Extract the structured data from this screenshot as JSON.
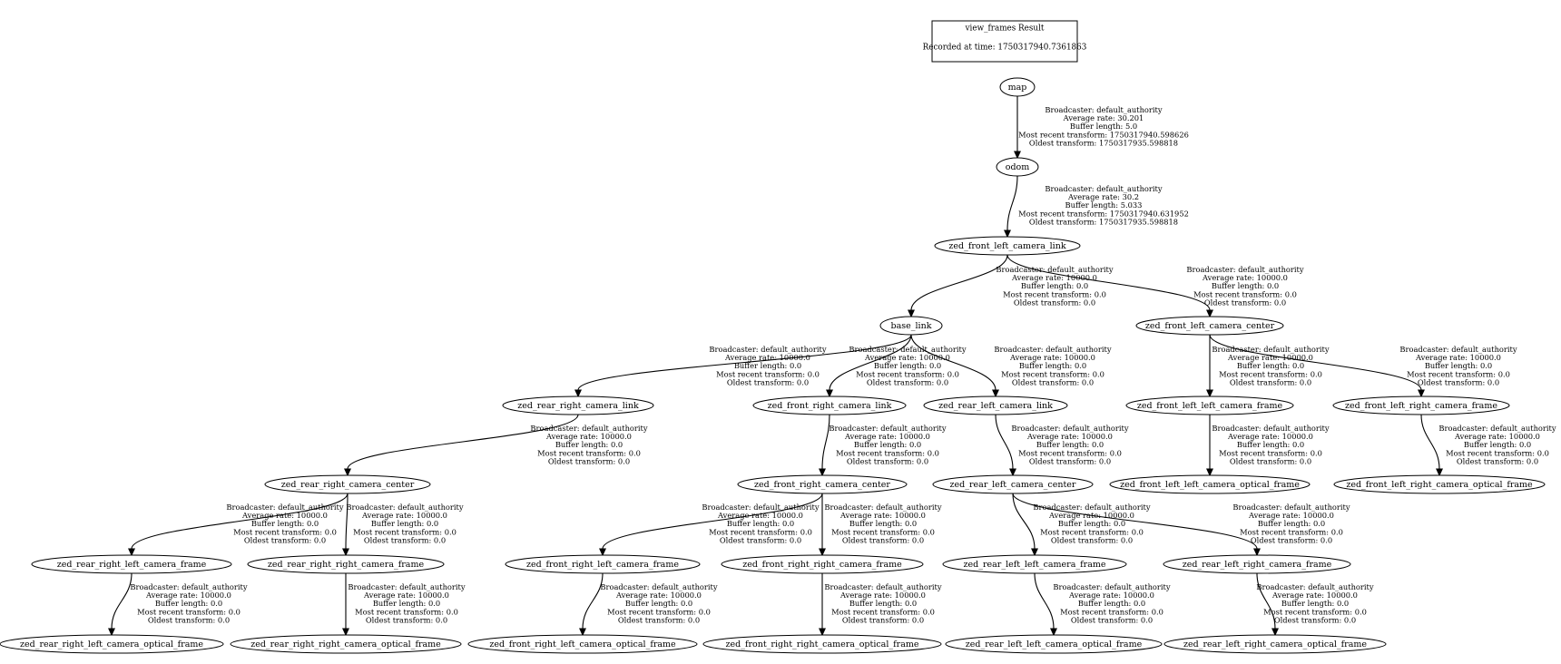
{
  "header": {
    "title": "view_frames Result",
    "recorded": "Recorded at time: 1750317940.7361863"
  },
  "nodes": [
    {
      "id": "map",
      "label": "map"
    },
    {
      "id": "odom",
      "label": "odom"
    },
    {
      "id": "zed_front_left_camera_link",
      "label": "zed_front_left_camera_link"
    },
    {
      "id": "base_link",
      "label": "base_link"
    },
    {
      "id": "zed_front_left_camera_center",
      "label": "zed_front_left_camera_center"
    },
    {
      "id": "zed_rear_right_camera_link",
      "label": "zed_rear_right_camera_link"
    },
    {
      "id": "zed_front_right_camera_link",
      "label": "zed_front_right_camera_link"
    },
    {
      "id": "zed_rear_left_camera_link",
      "label": "zed_rear_left_camera_link"
    },
    {
      "id": "zed_front_left_left_camera_frame",
      "label": "zed_front_left_left_camera_frame"
    },
    {
      "id": "zed_front_left_right_camera_frame",
      "label": "zed_front_left_right_camera_frame"
    },
    {
      "id": "zed_rear_right_camera_center",
      "label": "zed_rear_right_camera_center"
    },
    {
      "id": "zed_front_right_camera_center",
      "label": "zed_front_right_camera_center"
    },
    {
      "id": "zed_rear_left_camera_center",
      "label": "zed_rear_left_camera_center"
    },
    {
      "id": "zed_front_left_left_camera_optical_frame",
      "label": "zed_front_left_left_camera_optical_frame"
    },
    {
      "id": "zed_front_left_right_camera_optical_frame",
      "label": "zed_front_left_right_camera_optical_frame"
    },
    {
      "id": "zed_rear_right_left_camera_frame",
      "label": "zed_rear_right_left_camera_frame"
    },
    {
      "id": "zed_rear_right_right_camera_frame",
      "label": "zed_rear_right_right_camera_frame"
    },
    {
      "id": "zed_front_right_left_camera_frame",
      "label": "zed_front_right_left_camera_frame"
    },
    {
      "id": "zed_front_right_right_camera_frame",
      "label": "zed_front_right_right_camera_frame"
    },
    {
      "id": "zed_rear_left_left_camera_frame",
      "label": "zed_rear_left_left_camera_frame"
    },
    {
      "id": "zed_rear_left_right_camera_frame",
      "label": "zed_rear_left_right_camera_frame"
    },
    {
      "id": "zed_rear_right_left_camera_optical_frame",
      "label": "zed_rear_right_left_camera_optical_frame"
    },
    {
      "id": "zed_rear_right_right_camera_optical_frame",
      "label": "zed_rear_right_right_camera_optical_frame"
    },
    {
      "id": "zed_front_right_left_camera_optical_frame",
      "label": "zed_front_right_left_camera_optical_frame"
    },
    {
      "id": "zed_front_right_right_camera_optical_frame",
      "label": "zed_front_right_right_camera_optical_frame"
    },
    {
      "id": "zed_rear_left_left_camera_optical_frame",
      "label": "zed_rear_left_left_camera_optical_frame"
    },
    {
      "id": "zed_rear_left_right_camera_optical_frame",
      "label": "zed_rear_left_right_camera_optical_frame"
    }
  ],
  "edges": [
    {
      "from": "map",
      "to": "odom",
      "label": [
        "Broadcaster: default_authority",
        "Average rate: 30.201",
        "Buffer length: 5.0",
        "Most recent transform: 1750317940.598626",
        "Oldest transform: 1750317935.598818"
      ]
    },
    {
      "from": "odom",
      "to": "zed_front_left_camera_link",
      "label": [
        "Broadcaster: default_authority",
        "Average rate: 30.2",
        "Buffer length: 5.033",
        "Most recent transform: 1750317940.631952",
        "Oldest transform: 1750317935.598818"
      ]
    },
    {
      "from": "zed_front_left_camera_link",
      "to": "base_link",
      "label": [
        "Broadcaster: default_authority",
        "Average rate: 10000.0",
        "Buffer length: 0.0",
        "Most recent transform: 0.0",
        "Oldest transform: 0.0"
      ]
    },
    {
      "from": "zed_front_left_camera_link",
      "to": "zed_front_left_camera_center",
      "label": [
        "Broadcaster: default_authority",
        "Average rate: 10000.0",
        "Buffer length: 0.0",
        "Most recent transform: 0.0",
        "Oldest transform: 0.0"
      ]
    },
    {
      "from": "base_link",
      "to": "zed_rear_right_camera_link",
      "label": [
        "Broadcaster: default_authority",
        "Average rate: 10000.0",
        "Buffer length: 0.0",
        "Most recent transform: 0.0",
        "Oldest transform: 0.0"
      ]
    },
    {
      "from": "base_link",
      "to": "zed_front_right_camera_link",
      "label": [
        "Broadcaster: default_authority",
        "Average rate: 10000.0",
        "Buffer length: 0.0",
        "Most recent transform: 0.0",
        "Oldest transform: 0.0"
      ]
    },
    {
      "from": "base_link",
      "to": "zed_rear_left_camera_link",
      "label": [
        "Broadcaster: default_authority",
        "Average rate: 10000.0",
        "Buffer length: 0.0",
        "Most recent transform: 0.0",
        "Oldest transform: 0.0"
      ]
    },
    {
      "from": "zed_front_left_camera_center",
      "to": "zed_front_left_left_camera_frame",
      "label": [
        "Broadcaster: default_authority",
        "Average rate: 10000.0",
        "Buffer length: 0.0",
        "Most recent transform: 0.0",
        "Oldest transform: 0.0"
      ]
    },
    {
      "from": "zed_front_left_camera_center",
      "to": "zed_front_left_right_camera_frame",
      "label": [
        "Broadcaster: default_authority",
        "Average rate: 10000.0",
        "Buffer length: 0.0",
        "Most recent transform: 0.0",
        "Oldest transform: 0.0"
      ]
    },
    {
      "from": "zed_rear_right_camera_link",
      "to": "zed_rear_right_camera_center",
      "label": [
        "Broadcaster: default_authority",
        "Average rate: 10000.0",
        "Buffer length: 0.0",
        "Most recent transform: 0.0",
        "Oldest transform: 0.0"
      ]
    },
    {
      "from": "zed_front_right_camera_link",
      "to": "zed_front_right_camera_center",
      "label": [
        "Broadcaster: default_authority",
        "Average rate: 10000.0",
        "Buffer length: 0.0",
        "Most recent transform: 0.0",
        "Oldest transform: 0.0"
      ]
    },
    {
      "from": "zed_rear_left_camera_link",
      "to": "zed_rear_left_camera_center",
      "label": [
        "Broadcaster: default_authority",
        "Average rate: 10000.0",
        "Buffer length: 0.0",
        "Most recent transform: 0.0",
        "Oldest transform: 0.0"
      ]
    },
    {
      "from": "zed_front_left_left_camera_frame",
      "to": "zed_front_left_left_camera_optical_frame",
      "label": [
        "Broadcaster: default_authority",
        "Average rate: 10000.0",
        "Buffer length: 0.0",
        "Most recent transform: 0.0",
        "Oldest transform: 0.0"
      ]
    },
    {
      "from": "zed_front_left_right_camera_frame",
      "to": "zed_front_left_right_camera_optical_frame",
      "label": [
        "Broadcaster: default_authority",
        "Average rate: 10000.0",
        "Buffer length: 0.0",
        "Most recent transform: 0.0",
        "Oldest transform: 0.0"
      ]
    },
    {
      "from": "zed_rear_right_camera_center",
      "to": "zed_rear_right_left_camera_frame",
      "label": [
        "Broadcaster: default_authority",
        "Average rate: 10000.0",
        "Buffer length: 0.0",
        "Most recent transform: 0.0",
        "Oldest transform: 0.0"
      ]
    },
    {
      "from": "zed_rear_right_camera_center",
      "to": "zed_rear_right_right_camera_frame",
      "label": [
        "Broadcaster: default_authority",
        "Average rate: 10000.0",
        "Buffer length: 0.0",
        "Most recent transform: 0.0",
        "Oldest transform: 0.0"
      ]
    },
    {
      "from": "zed_front_right_camera_center",
      "to": "zed_front_right_left_camera_frame",
      "label": [
        "Broadcaster: default_authority",
        "Average rate: 10000.0",
        "Buffer length: 0.0",
        "Most recent transform: 0.0",
        "Oldest transform: 0.0"
      ]
    },
    {
      "from": "zed_front_right_camera_center",
      "to": "zed_front_right_right_camera_frame",
      "label": [
        "Broadcaster: default_authority",
        "Average rate: 10000.0",
        "Buffer length: 0.0",
        "Most recent transform: 0.0",
        "Oldest transform: 0.0"
      ]
    },
    {
      "from": "zed_rear_left_camera_center",
      "to": "zed_rear_left_left_camera_frame",
      "label": [
        "Broadcaster: default_authority",
        "Average rate: 10000.0",
        "Buffer length: 0.0",
        "Most recent transform: 0.0",
        "Oldest transform: 0.0"
      ]
    },
    {
      "from": "zed_rear_left_camera_center",
      "to": "zed_rear_left_right_camera_frame",
      "label": [
        "Broadcaster: default_authority",
        "Average rate: 10000.0",
        "Buffer length: 0.0",
        "Most recent transform: 0.0",
        "Oldest transform: 0.0"
      ]
    },
    {
      "from": "zed_rear_right_left_camera_frame",
      "to": "zed_rear_right_left_camera_optical_frame",
      "label": [
        "Broadcaster: default_authority",
        "Average rate: 10000.0",
        "Buffer length: 0.0",
        "Most recent transform: 0.0",
        "Oldest transform: 0.0"
      ]
    },
    {
      "from": "zed_rear_right_right_camera_frame",
      "to": "zed_rear_right_right_camera_optical_frame",
      "label": [
        "Broadcaster: default_authority",
        "Average rate: 10000.0",
        "Buffer length: 0.0",
        "Most recent transform: 0.0",
        "Oldest transform: 0.0"
      ]
    },
    {
      "from": "zed_front_right_left_camera_frame",
      "to": "zed_front_right_left_camera_optical_frame",
      "label": [
        "Broadcaster: default_authority",
        "Average rate: 10000.0",
        "Buffer length: 0.0",
        "Most recent transform: 0.0",
        "Oldest transform: 0.0"
      ]
    },
    {
      "from": "zed_front_right_right_camera_frame",
      "to": "zed_front_right_right_camera_optical_frame",
      "label": [
        "Broadcaster: default_authority",
        "Average rate: 10000.0",
        "Buffer length: 0.0",
        "Most recent transform: 0.0",
        "Oldest transform: 0.0"
      ]
    },
    {
      "from": "zed_rear_left_left_camera_frame",
      "to": "zed_rear_left_left_camera_optical_frame",
      "label": [
        "Broadcaster: default_authority",
        "Average rate: 10000.0",
        "Buffer length: 0.0",
        "Most recent transform: 0.0",
        "Oldest transform: 0.0"
      ]
    },
    {
      "from": "zed_rear_left_right_camera_frame",
      "to": "zed_rear_left_right_camera_optical_frame",
      "label": [
        "Broadcaster: default_authority",
        "Average rate: 10000.0",
        "Buffer length: 0.0",
        "Most recent transform: 0.0",
        "Oldest transform: 0.0"
      ]
    }
  ]
}
